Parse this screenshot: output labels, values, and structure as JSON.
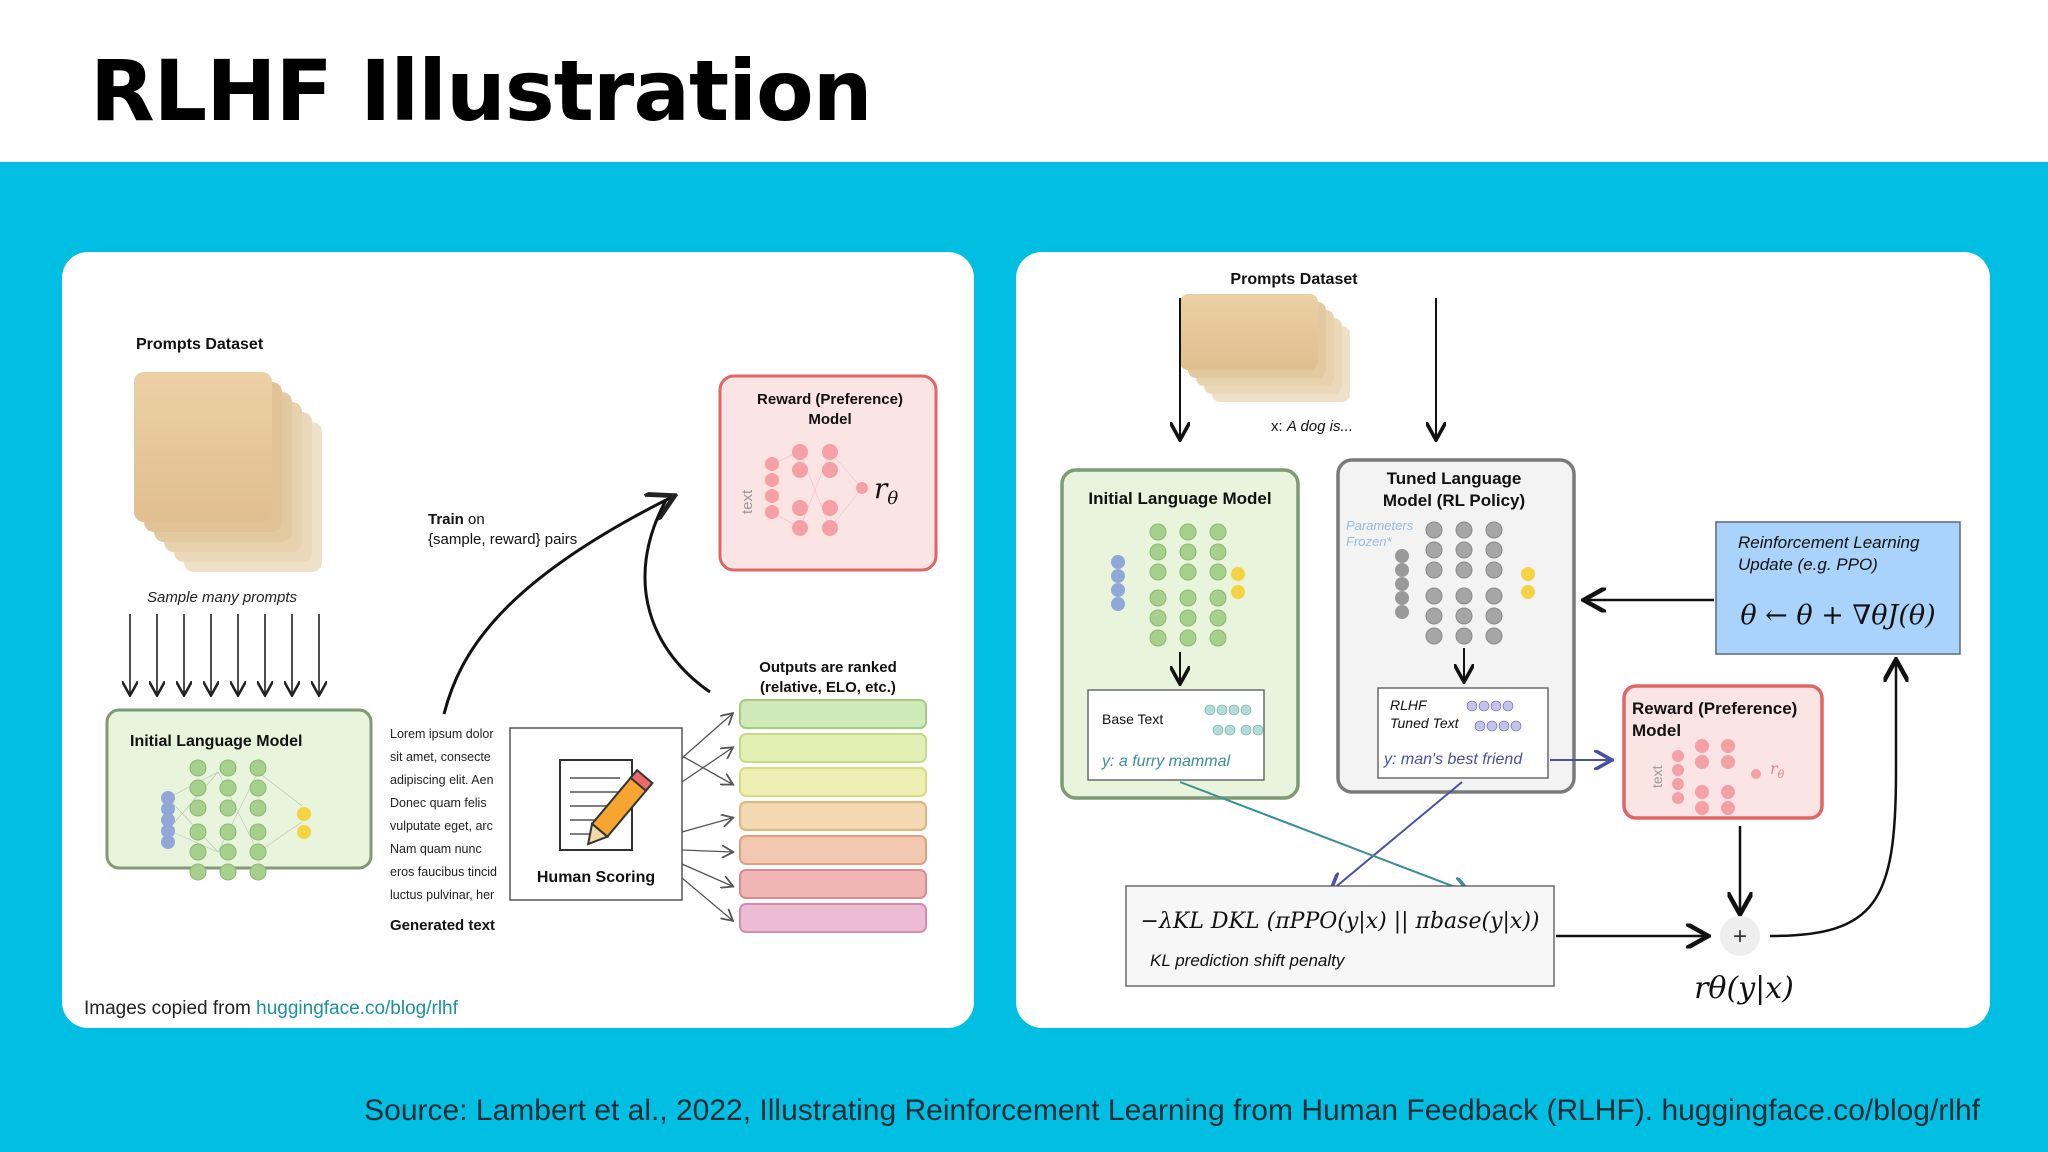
{
  "slide": {
    "title": "RLHF Illustration",
    "source": "Source: Lambert et al., 2022, Illustrating Reinforcement Learning from Human Feedback (RLHF). huggingface.co/blog/rlhf"
  },
  "left": {
    "prompts_dataset": "Prompts Dataset",
    "sample_many": "Sample many prompts",
    "initial_lm": "Initial Language Model",
    "generated_lines": [
      "Lorem ipsum dolor",
      "sit amet, consecte",
      "adipiscing elit. Aen",
      "Donec quam felis",
      "vulputate eget, arc",
      "Nam quam nunc",
      "eros faucibus tincid",
      "luctus pulvinar, her"
    ],
    "generated_text": "Generated text",
    "human_scoring": "Human Scoring",
    "train_bold": "Train",
    "train_rest": " on",
    "train_line2": "{sample, reward} pairs",
    "reward_model_l1": "Reward (Preference)",
    "reward_model_l2": "Model",
    "rtheta": "r",
    "rtheta_sub": "θ",
    "text_label": "text",
    "outputs_l1": "Outputs are ranked",
    "outputs_l2": "(relative, ELO, etc.)",
    "ranked_colors": [
      "#cfe9b8",
      "#e3efb5",
      "#eef0b3",
      "#f3d9b3",
      "#f2c9b0",
      "#efb6b4",
      "#ecbcd3"
    ],
    "credit_prefix": "Images copied from ",
    "credit_link": "huggingface.co/blog/rlhf"
  },
  "right": {
    "prompts_dataset": "Prompts Dataset",
    "x_prompt_prefix": "x: ",
    "x_prompt": "A dog is...",
    "initial_lm": "Initial Language Model",
    "tuned_lm_l1": "Tuned Language",
    "tuned_lm_l2": "Model (RL Policy)",
    "params_l1": "Parameters",
    "params_l2": "Frozen*",
    "base_text": "Base Text",
    "base_output": "y: a furry mammal",
    "rlhf_l1": "RLHF",
    "rlhf_l2": "Tuned Text",
    "rlhf_output": "y: man's best friend",
    "rl_update_l1": "Reinforcement Learning",
    "rl_update_l2": "Update (e.g. PPO)",
    "rl_formula": "θ ← θ + ∇θJ(θ)",
    "reward_model_l1": "Reward (Preference)",
    "reward_model_l2": "Model",
    "text_label": "text",
    "kl_formula": "−λKL DKL (πPPO(y|x) || πbase(y|x))",
    "kl_caption": "KL prediction shift penalty",
    "plus": "+",
    "reward_output": "rθ(y|x)"
  },
  "colors": {
    "band": "#00bfe3",
    "green_fill": "#e8f5dc",
    "green_stroke": "#7f9a74",
    "gray_fill": "#f3f3f3",
    "gray_stroke": "#7a7a7a",
    "red_fill": "#fbe4e4",
    "red_stroke": "#e06666",
    "blue_fill": "#a9d3fb",
    "link": "#1a8fa6"
  }
}
